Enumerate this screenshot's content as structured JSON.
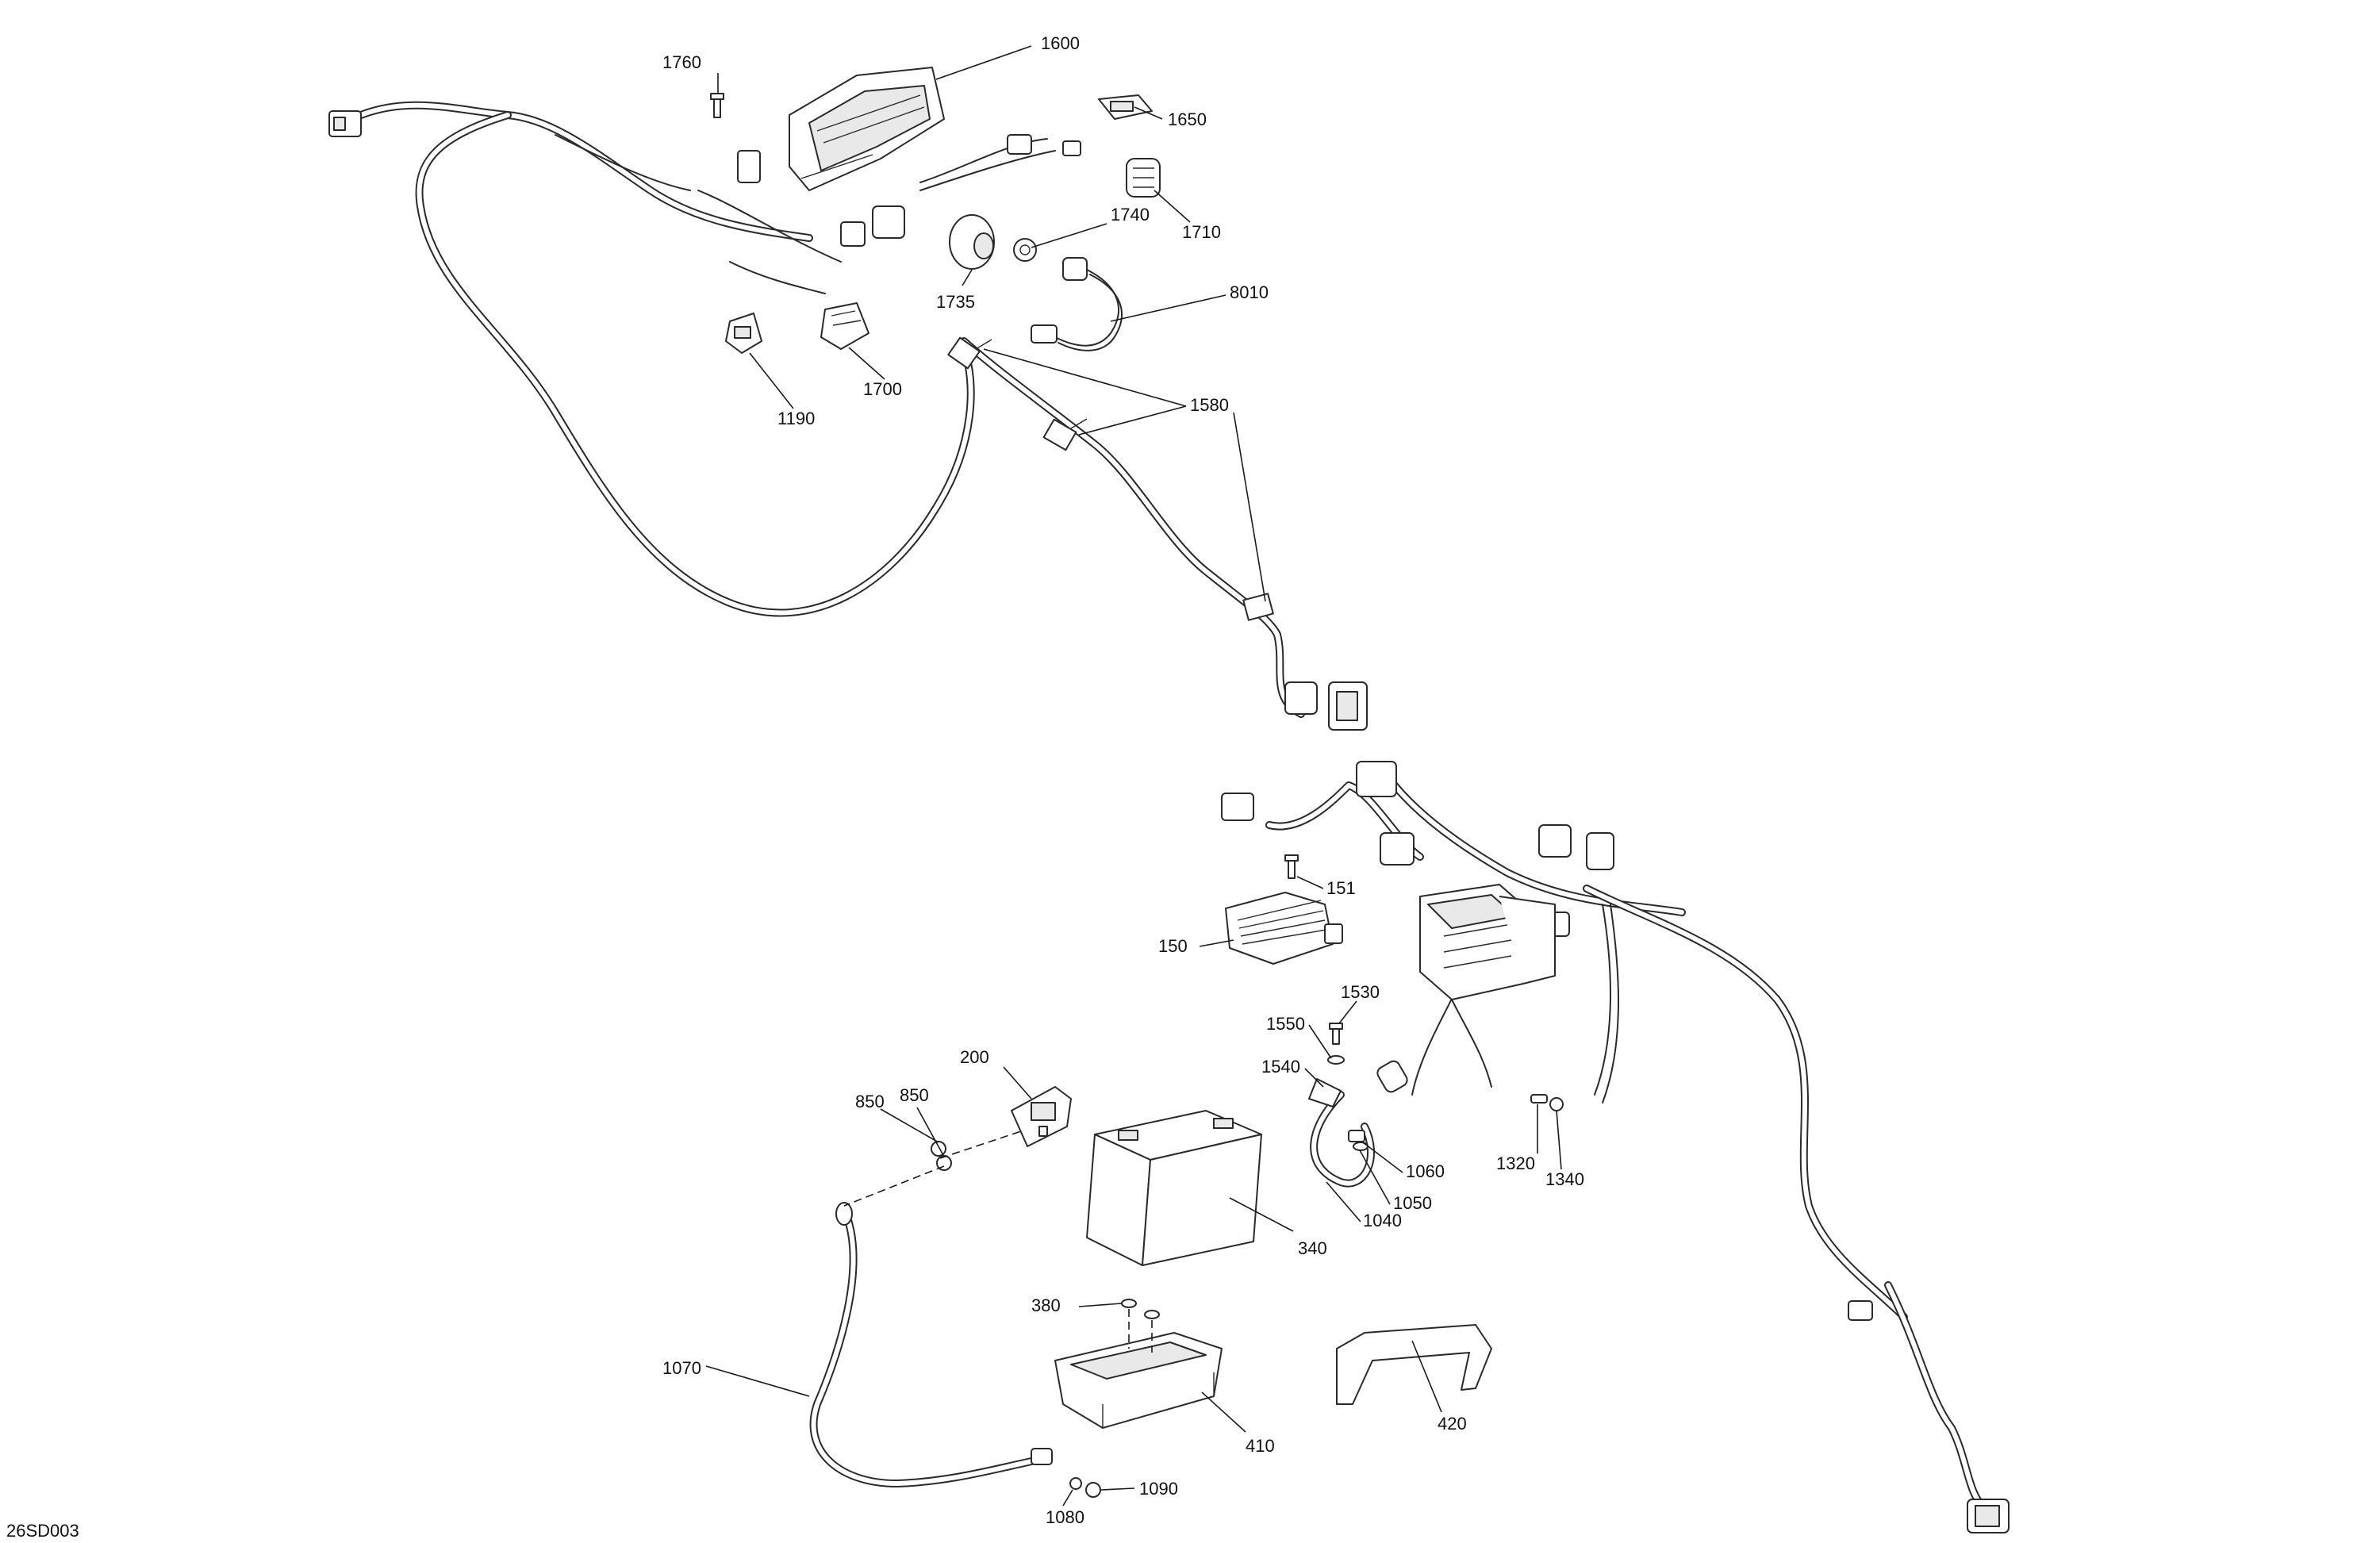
{
  "figure_id": "26SD003",
  "callouts": {
    "c1600": "1600",
    "c1760": "1760",
    "c1650": "1650",
    "c1740": "1740",
    "c1710": "1710",
    "c8010": "8010",
    "c1735": "1735",
    "c1700": "1700",
    "c1190": "1190",
    "c1580": "1580",
    "c151": "151",
    "c150": "150",
    "c1530": "1530",
    "c1550": "1550",
    "c1540": "1540",
    "c1060": "1060",
    "c1050": "1050",
    "c1040": "1040",
    "c1320": "1320",
    "c1340": "1340",
    "c200": "200",
    "c850a": "850",
    "c850b": "850",
    "c340": "340",
    "c380": "380",
    "c410": "410",
    "c420": "420",
    "c1070": "1070",
    "c1090": "1090",
    "c1080": "1080"
  }
}
